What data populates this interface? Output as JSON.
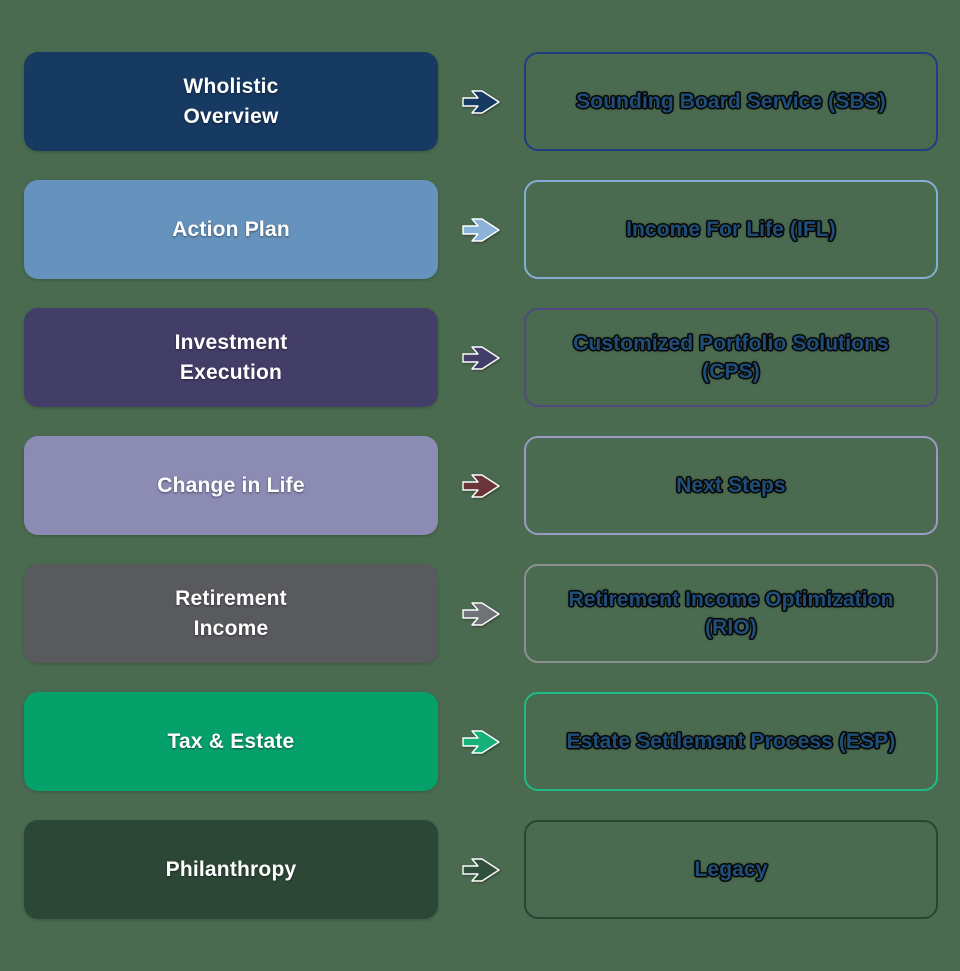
{
  "diagram": {
    "type": "process-flow",
    "background_color": "#4a6b50",
    "arrow_icon": "right-arrow-icon",
    "right_text_color": "#1f4e79",
    "left_text_color": "#ffffff",
    "rows": [
      {
        "stage": "Wholistic\nOverview",
        "service": "Sounding Board Service (SBS)",
        "box_color": "#173a63",
        "border_color": "#1f3f82",
        "arrow_color": "#173a63"
      },
      {
        "stage": "Action Plan",
        "service": "Income For Life (IFL)",
        "box_color": "#6693bd",
        "border_color": "#85aed4",
        "arrow_color": "#8cb4da"
      },
      {
        "stage": "Investment\nExecution",
        "service": "Customized Portfolio Solutions\n(CPS)",
        "box_color": "#433e68",
        "border_color": "#514a7e",
        "arrow_color": "#433e68"
      },
      {
        "stage": "Change in Life",
        "service": "Next Steps",
        "box_color": "#8b8bb4",
        "border_color": "#9a9ac4",
        "arrow_color": "#6b3438"
      },
      {
        "stage": "Retirement\nIncome",
        "service": "Retirement Income Optimization\n(RIO)",
        "box_color": "#585a5e",
        "border_color": "#8d9093",
        "arrow_color": "#6f7276"
      },
      {
        "stage": "Tax & Estate",
        "service": "Estate Settlement Process (ESP)",
        "box_color": "#06a06a",
        "border_color": "#21b985",
        "arrow_color": "#16b07a"
      },
      {
        "stage": "Philanthropy",
        "service": "Legacy",
        "box_color": "#2d4736",
        "border_color": "#2b4534",
        "arrow_color": "#31503b"
      }
    ]
  }
}
